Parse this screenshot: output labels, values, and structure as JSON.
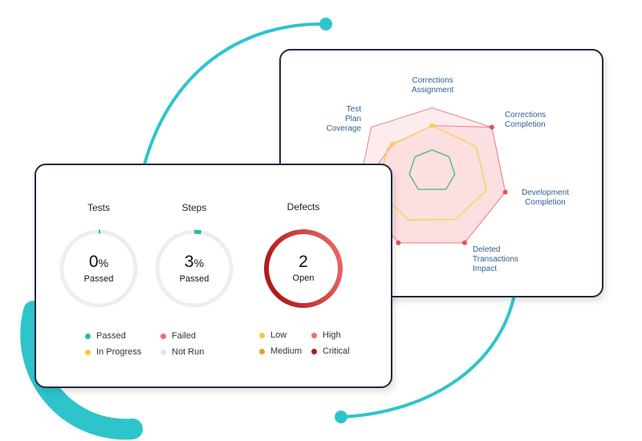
{
  "radar": {
    "labels": {
      "corrections_assignment": [
        "Corrections",
        "Assignment"
      ],
      "corrections_completion": [
        "Corrections",
        "Completion"
      ],
      "development_completion": [
        "Development",
        "Completion"
      ],
      "deleted_transactions_impact": [
        "Deleted",
        "Transactions",
        "Impact"
      ],
      "test_plan_coverage": [
        "Test",
        "Plan",
        "Coverage"
      ]
    },
    "colors": {
      "outer": "#f0818c",
      "middle": "#f4d24a",
      "inner": "#3cb88f"
    }
  },
  "metrics": {
    "tests": {
      "title": "Tests",
      "value": "0",
      "unit": "%",
      "sub": "Passed",
      "progress": 0.0,
      "color": "#25bfa0"
    },
    "steps": {
      "title": "Steps",
      "value": "3",
      "unit": "%",
      "sub": "Passed",
      "progress": 0.03,
      "color": "#25bfa0"
    },
    "defects": {
      "title": "Defects",
      "value": "2",
      "sub": "Open",
      "colors": [
        "#f06b6b",
        "#b31b1b"
      ]
    }
  },
  "legend": {
    "passed": {
      "label": "Passed",
      "color": "#25bfa0"
    },
    "failed": {
      "label": "Failed",
      "color": "#f06b6b"
    },
    "in_progress": {
      "label": "In Progress",
      "color": "#f6c935"
    },
    "not_run": {
      "label": "Not Run",
      "color": "#e4e4e4"
    },
    "low": {
      "label": "Low",
      "color": "#f6c935"
    },
    "high": {
      "label": "High",
      "color": "#f06b6b"
    },
    "medium": {
      "label": "Medium",
      "color": "#f39a1e"
    },
    "critical": {
      "label": "Critical",
      "color": "#a61c1c"
    }
  },
  "decor": {
    "accent": "#2ec4cc"
  }
}
